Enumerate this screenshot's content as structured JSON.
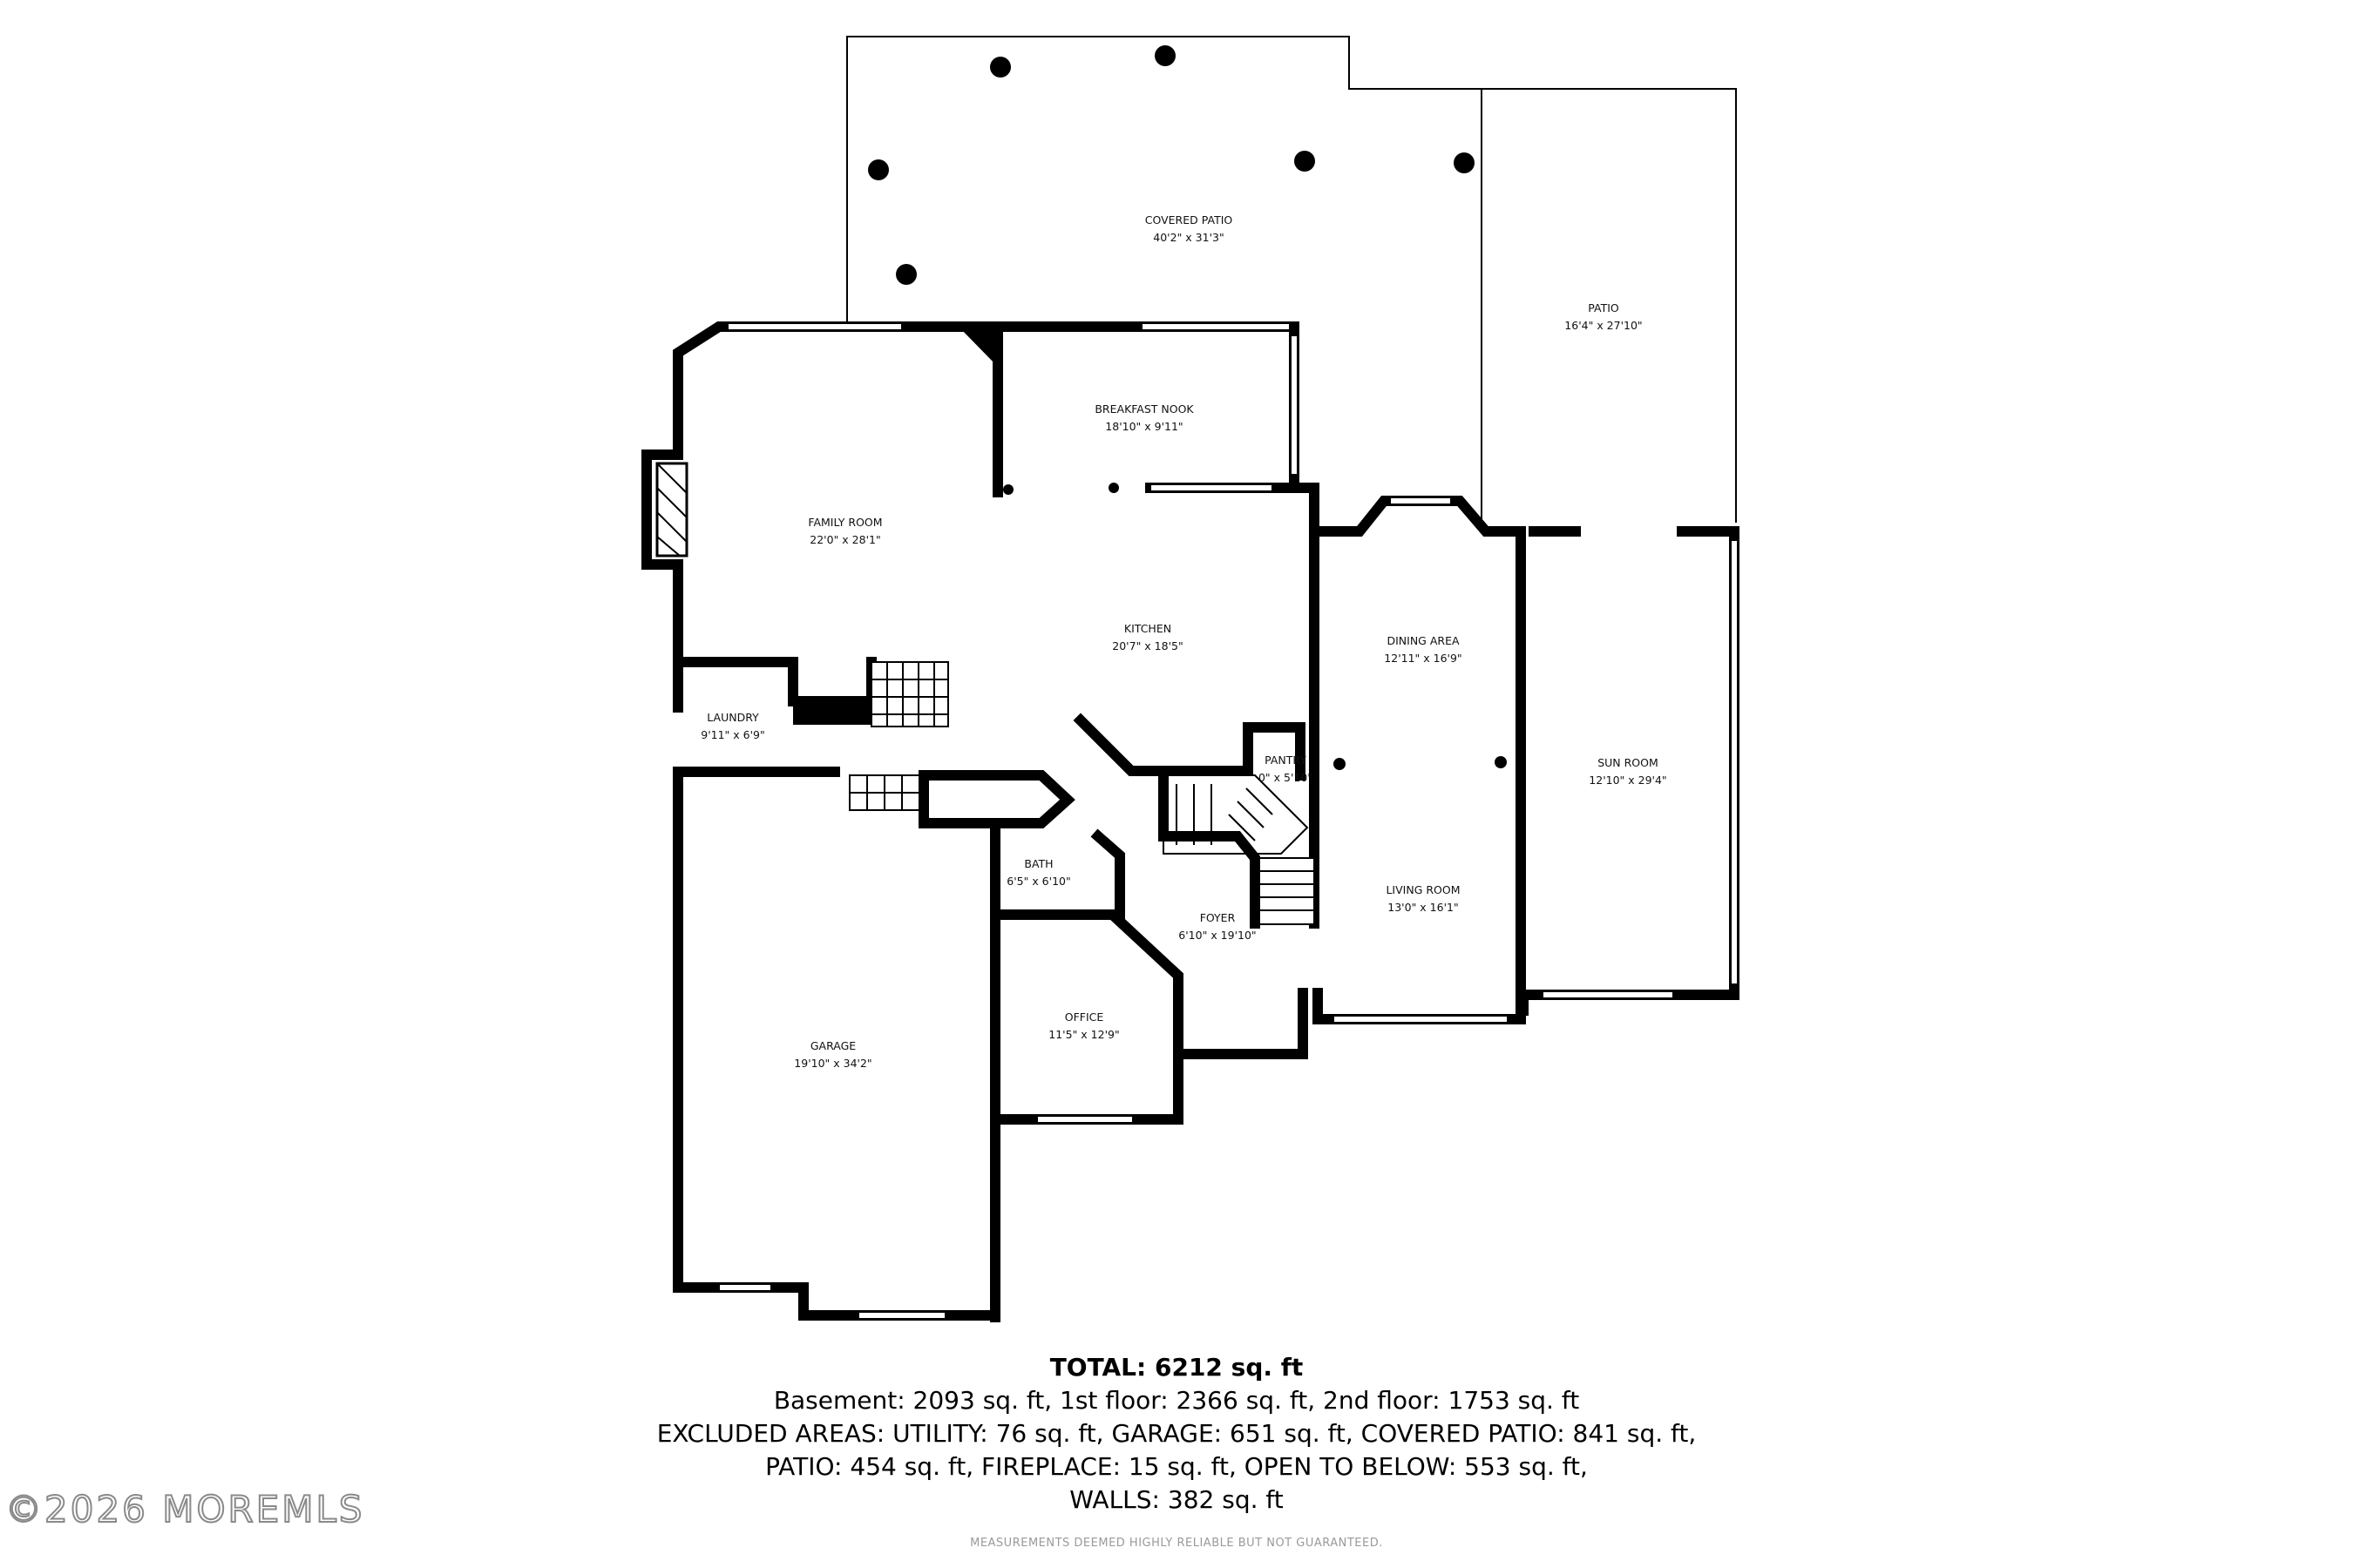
{
  "rooms": {
    "covered_patio": {
      "name": "COVERED PATIO",
      "dim": "40'2\" x 31'3\""
    },
    "patio": {
      "name": "PATIO",
      "dim": "16'4\" x 27'10\""
    },
    "breakfast_nook": {
      "name": "BREAKFAST NOOK",
      "dim": "18'10\" x 9'11\""
    },
    "family_room": {
      "name": "FAMILY ROOM",
      "dim": "22'0\" x 28'1\""
    },
    "kitchen": {
      "name": "KITCHEN",
      "dim": "20'7\" x 18'5\""
    },
    "dining_area": {
      "name": "DINING AREA",
      "dim": "12'11\" x 16'9\""
    },
    "laundry": {
      "name": "LAUNDRY",
      "dim": "9'11\" x 6'9\""
    },
    "pantry": {
      "name": "PANTRY",
      "dim": "0\" x 5'10\""
    },
    "sun_room": {
      "name": "SUN ROOM",
      "dim": "12'10\" x 29'4\""
    },
    "bath": {
      "name": "BATH",
      "dim": "6'5\" x 6'10\""
    },
    "living_room": {
      "name": "LIVING ROOM",
      "dim": "13'0\" x 16'1\""
    },
    "foyer": {
      "name": "FOYER",
      "dim": "6'10\" x 19'10\""
    },
    "office": {
      "name": "OFFICE",
      "dim": "11'5\" x 12'9\""
    },
    "garage": {
      "name": "GARAGE",
      "dim": "19'10\" x 34'2\""
    }
  },
  "totals": {
    "total": "TOTAL: 6212 sq. ft",
    "line1": "Basement: 2093 sq. ft, 1st floor: 2366 sq. ft, 2nd floor: 1753 sq. ft",
    "line2": "EXCLUDED AREAS: UTILITY: 76 sq. ft, GARAGE: 651 sq. ft, COVERED PATIO: 841 sq. ft,",
    "line3": "PATIO: 454 sq. ft, FIREPLACE: 15 sq. ft, OPEN TO BELOW: 553 sq. ft,",
    "line4": "WALLS: 382 sq. ft"
  },
  "disclaimer": "MEASUREMENTS DEEMED HIGHLY RELIABLE BUT NOT GUARANTEED.",
  "watermark": "©2026 MOREMLS"
}
